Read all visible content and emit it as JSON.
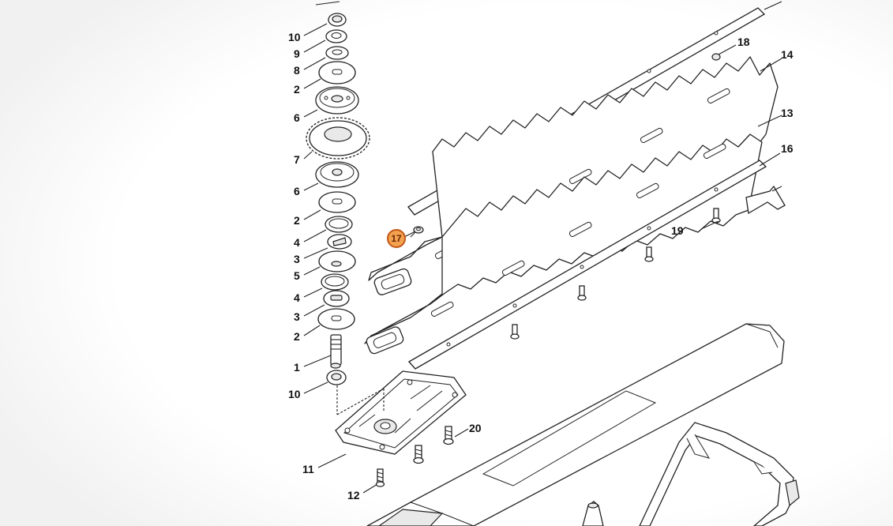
{
  "diagram": {
    "highlight_color": "#f4a24f",
    "labels": [
      {
        "id": "10a",
        "text": "10"
      },
      {
        "id": "9",
        "text": "9"
      },
      {
        "id": "8",
        "text": "8"
      },
      {
        "id": "2a",
        "text": "2"
      },
      {
        "id": "6a",
        "text": "6"
      },
      {
        "id": "7",
        "text": "7"
      },
      {
        "id": "6b",
        "text": "6"
      },
      {
        "id": "2b",
        "text": "2"
      },
      {
        "id": "4a",
        "text": "4"
      },
      {
        "id": "3a",
        "text": "3"
      },
      {
        "id": "5",
        "text": "5"
      },
      {
        "id": "4b",
        "text": "4"
      },
      {
        "id": "3b",
        "text": "3"
      },
      {
        "id": "2c",
        "text": "2"
      },
      {
        "id": "1",
        "text": "1"
      },
      {
        "id": "10b",
        "text": "10"
      },
      {
        "id": "11",
        "text": "11"
      },
      {
        "id": "12",
        "text": "12"
      },
      {
        "id": "20",
        "text": "20"
      },
      {
        "id": "17",
        "text": "17",
        "highlighted": true
      },
      {
        "id": "18",
        "text": "18"
      },
      {
        "id": "14",
        "text": "14"
      },
      {
        "id": "13",
        "text": "13"
      },
      {
        "id": "16",
        "text": "16"
      },
      {
        "id": "19",
        "text": "19"
      }
    ]
  }
}
